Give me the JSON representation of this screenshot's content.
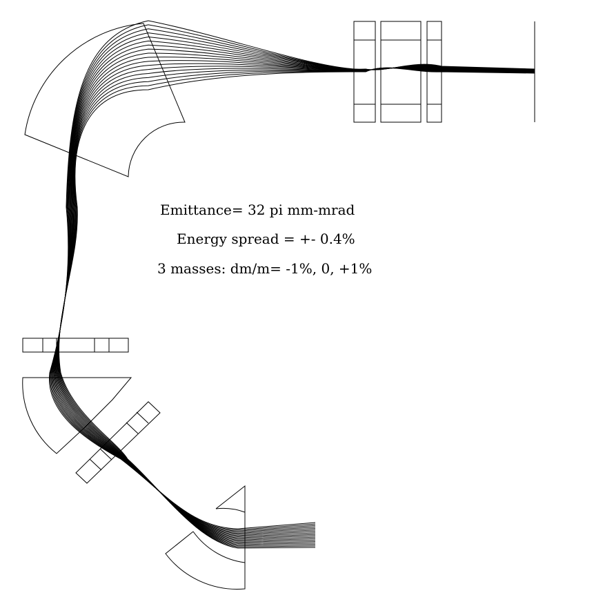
{
  "annotations": {
    "emittance": "Emittance= 32 pi mm-mrad",
    "energy_spread": "Energy spread = +- 0.4%",
    "masses": "3 masses: dm/m= -1%, 0, +1%"
  },
  "colors": {
    "line": "#000000",
    "background": "#ffffff"
  }
}
